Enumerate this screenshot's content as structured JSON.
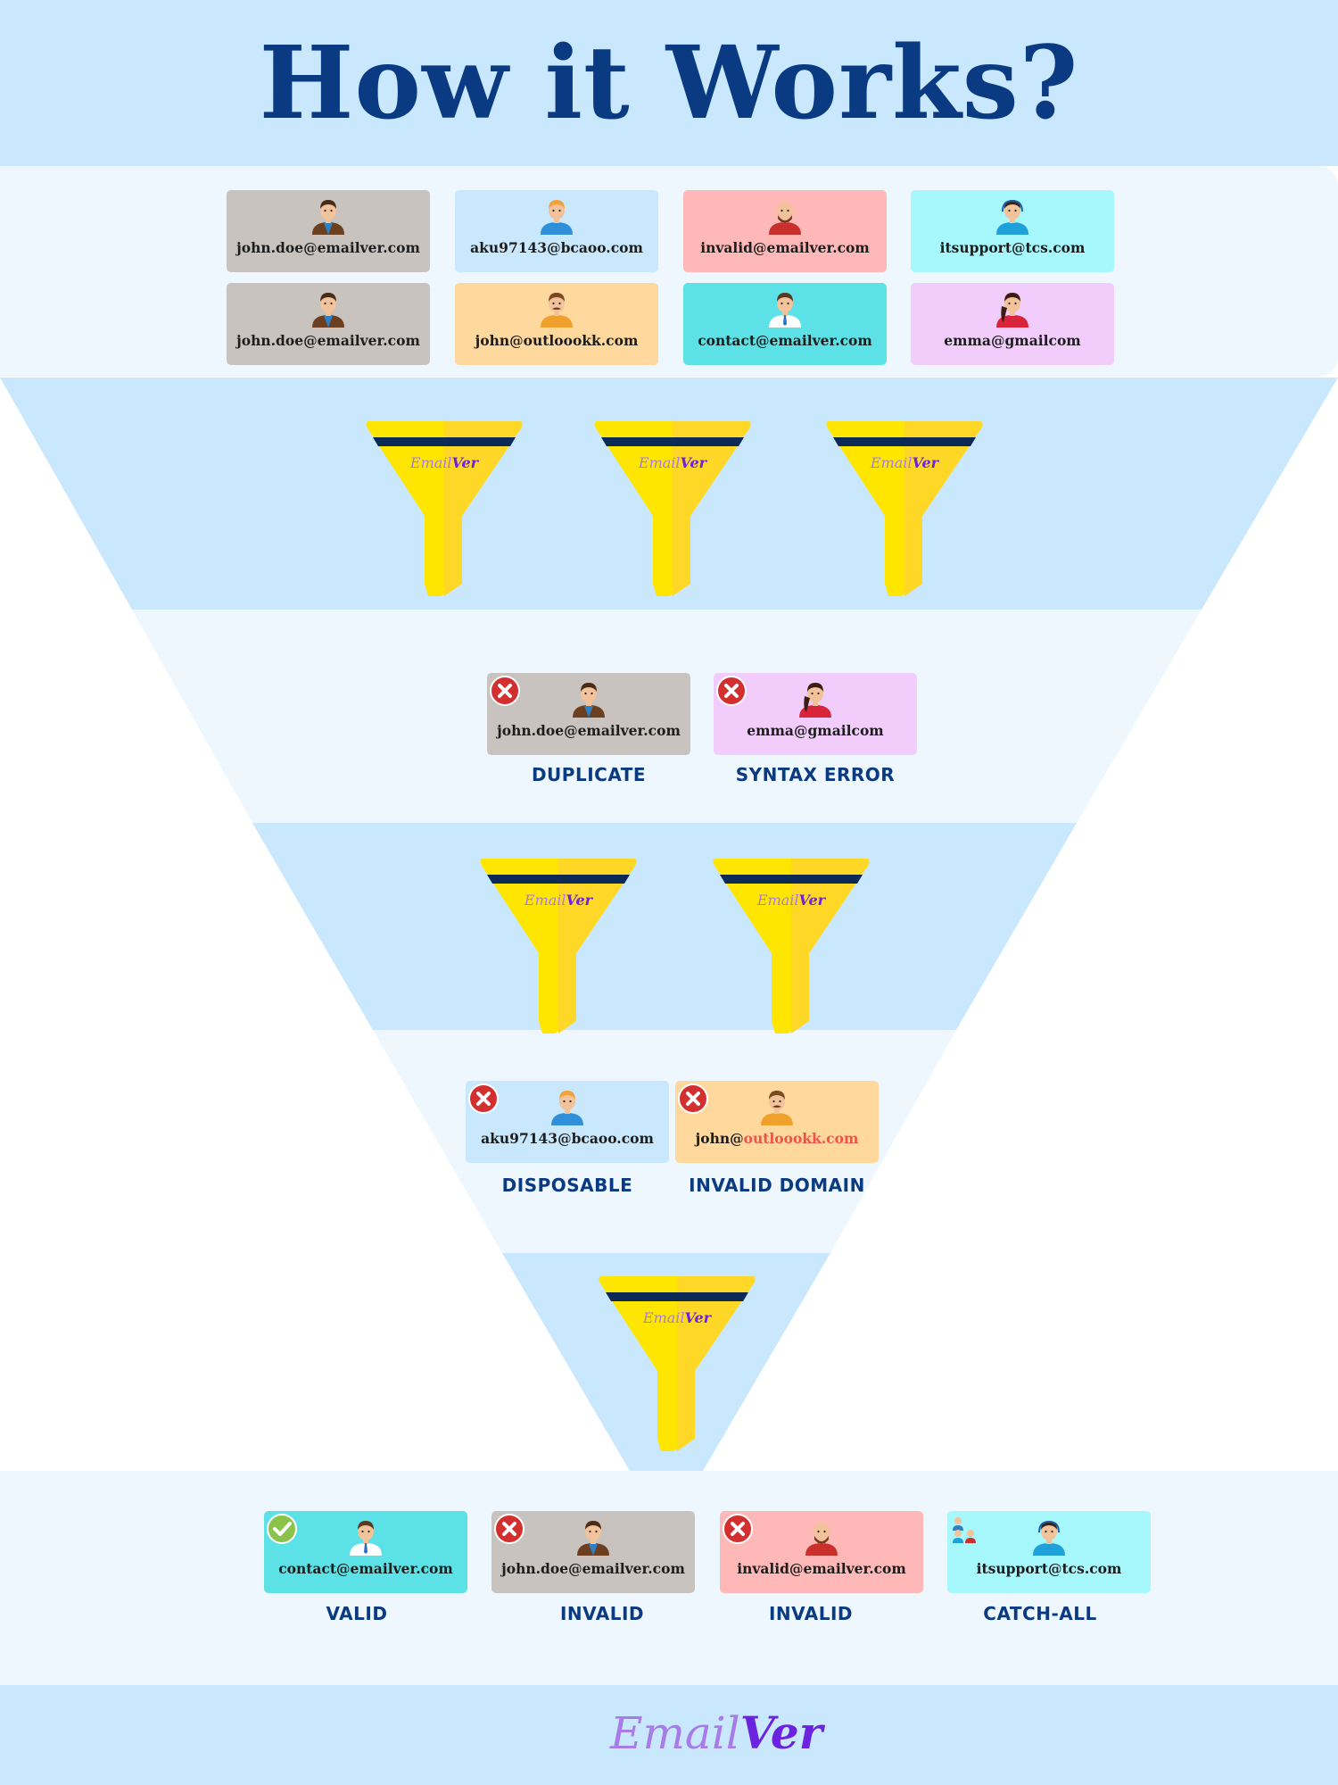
{
  "page": {
    "title": "How it Works?"
  },
  "colors": {
    "header_bg": "#c9e8fd",
    "title": "#0a3a82",
    "band_dark": "#c9e8fd",
    "band_light": "#eef7fe",
    "funnel_yellow": "#ffe600",
    "funnel_yellow_shade": "#ffd726",
    "funnel_stripe": "#0c2a55",
    "reject_red": "#d32f2f",
    "valid_green": "#7cb342"
  },
  "input_emails": [
    {
      "email": "john.doe@emailver.com",
      "avatar": "man-brown-jacket-avatar",
      "color": "#c8c3bf"
    },
    {
      "email": "aku97143@bcaoo.com",
      "avatar": "blond-man-avatar",
      "color": "#c9e8fd"
    },
    {
      "email": "invalid@emailver.com",
      "avatar": "bald-bearded-man-avatar",
      "color": "#ffb8b8"
    },
    {
      "email": "itsupport@tcs.com",
      "avatar": "woman-headset-avatar",
      "color": "#a6f8fd"
    },
    {
      "email": "john.doe@emailver.com",
      "avatar": "man-brown-jacket-avatar",
      "color": "#c8c3bf"
    },
    {
      "email": "john@outloookk.com",
      "avatar": "mustache-man-avatar",
      "color": "#ffd89e"
    },
    {
      "email": "contact@emailver.com",
      "avatar": "man-tie-avatar",
      "color": "#5ce2e6"
    },
    {
      "email": "emma@gmailcom",
      "avatar": "woman-red-avatar",
      "color": "#f2cdfc"
    }
  ],
  "funnel_brand": {
    "prefix": "Email",
    "suffix": "Ver"
  },
  "stage1": {
    "rejected": [
      {
        "email": "john.doe@emailver.com",
        "label": "DUPLICATE",
        "avatar": "man-brown-jacket-avatar",
        "color": "#c8c3bf"
      },
      {
        "email": "emma@gmailcom",
        "label": "SYNTAX ERROR",
        "avatar": "woman-red-avatar",
        "color": "#f2cdfc"
      }
    ]
  },
  "stage2": {
    "rejected": [
      {
        "email": "aku97143@bcaoo.com",
        "label": "DISPOSABLE",
        "avatar": "blond-man-avatar",
        "color": "#c9e8fd"
      },
      {
        "email_user": "john@",
        "email_domain": "outloookk.com",
        "label": "INVALID DOMAIN",
        "avatar": "mustache-man-avatar",
        "color": "#ffd89e"
      }
    ]
  },
  "results": [
    {
      "email": "contact@emailver.com",
      "label": "VALID",
      "status": "check-icon",
      "avatar": "man-tie-avatar",
      "color": "#5ce2e6"
    },
    {
      "email": "john.doe@emailver.com",
      "label": "INVALID",
      "status": "x-icon",
      "avatar": "man-brown-jacket-avatar",
      "color": "#c8c3bf"
    },
    {
      "email": "invalid@emailver.com",
      "label": "INVALID",
      "status": "x-icon",
      "avatar": "bald-bearded-man-avatar",
      "color": "#ffb8b8"
    },
    {
      "email": "itsupport@tcs.com",
      "label": "CATCH-ALL",
      "status": "group-icon",
      "avatar": "woman-headset-avatar",
      "color": "#a6f8fd"
    }
  ],
  "footer": {
    "brand_prefix": "Email",
    "brand_suffix": "Ver"
  }
}
